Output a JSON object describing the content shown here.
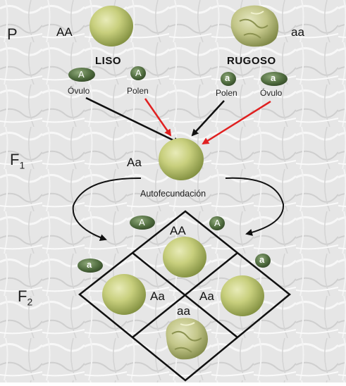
{
  "generations": {
    "p": "P",
    "f1": "F",
    "f1_sub": "1",
    "f2": "F",
    "f2_sub": "2"
  },
  "parents": {
    "left_genotype": "AA",
    "right_genotype": "aa",
    "left_phenotype": "LISO",
    "right_phenotype": "RUGOSO"
  },
  "gametes": {
    "left_ovule_allele": "A",
    "left_ovule_label": "Óvulo",
    "left_pollen_allele": "A",
    "left_pollen_label": "Polen",
    "right_pollen_allele": "a",
    "right_pollen_label": "Polen",
    "right_ovule_allele": "a",
    "right_ovule_label": "Óvulo"
  },
  "f1": {
    "genotype": "Aa",
    "process": "Autofecundación"
  },
  "punnett": {
    "col_alleles": [
      "A",
      "A"
    ],
    "row_alleles": [
      "a",
      "a"
    ],
    "cells": {
      "top": "AA",
      "left": "Aa",
      "right": "Aa",
      "bottom": "aa"
    }
  },
  "colors": {
    "seed_smooth": "#c9d07a",
    "seed_wrinkled": "#c4c88a",
    "allele_badge": "#4f6b3e",
    "arrow_black": "#111111",
    "arrow_red": "#e02020",
    "background": "#e6e6e6"
  }
}
